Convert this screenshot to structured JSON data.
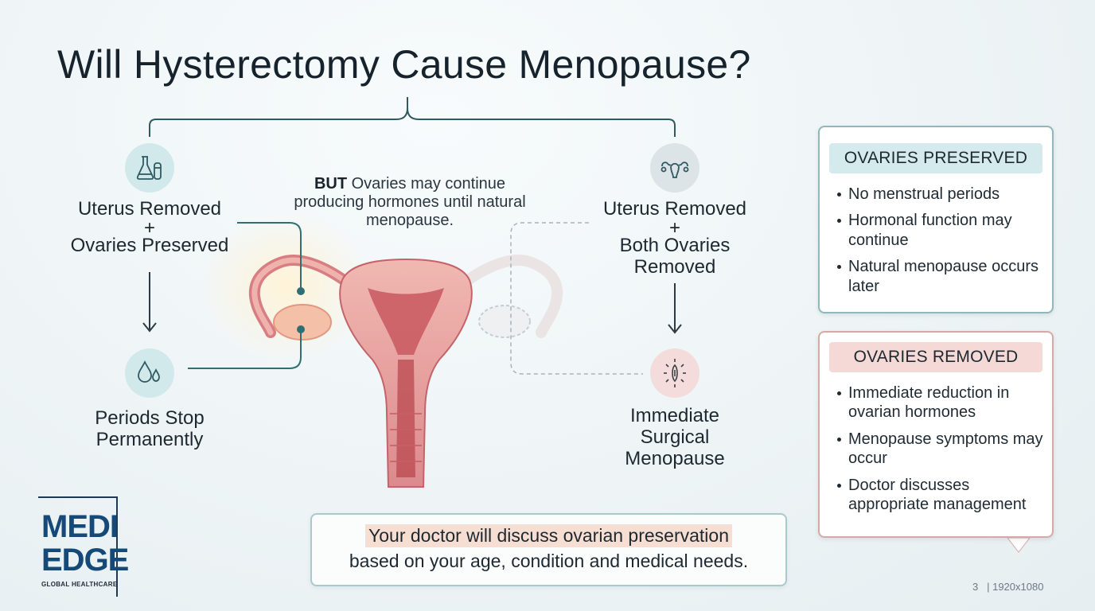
{
  "title": "Will Hysterectomy Cause Menopause?",
  "left_branch": {
    "top_label_line1": "Uterus Removed",
    "top_label_plus": "+",
    "top_label_line2": "Ovaries Preserved",
    "bottom_label_line1": "Periods Stop",
    "bottom_label_line2": "Permanently",
    "top_icon": "flask-icon",
    "bottom_icon": "droplets-icon"
  },
  "center_note": {
    "bold": "BUT",
    "text": " Ovaries may continue producing hormones until natural menopause."
  },
  "right_branch": {
    "top_label_line1": "Uterus Removed",
    "top_label_plus": "+",
    "top_label_line2": "Both Ovaries",
    "top_label_line3": "Removed",
    "bottom_label_line1": "Immediate",
    "bottom_label_line2": "Surgical",
    "bottom_label_line3": "Menopause",
    "top_icon": "uterus-icon",
    "bottom_icon": "burst-icon"
  },
  "panels": {
    "preserved": {
      "heading": "OVARIES PRESERVED",
      "items": [
        "No menstrual periods",
        "Hormonal function may continue",
        "Natural menopause occurs later"
      ]
    },
    "removed": {
      "heading": "OVARIES REMOVED",
      "items": [
        "Immediate reduction in ovarian hormones",
        "Menopause symptoms may occur",
        "Doctor discusses appropriate management"
      ]
    }
  },
  "callout": {
    "line1": "Your doctor will discuss ovarian preservation",
    "line2": "based on your age, condition and medical needs."
  },
  "logo": {
    "word1": "MEDI",
    "word2": "EDGE",
    "tagline": "GLOBAL HEALTHCARE"
  },
  "slide_meta": {
    "page": "3",
    "separator": "|",
    "resolution": "1920x1080"
  },
  "colors": {
    "teal_accent": "#2f6f74",
    "pink_accent": "#f4d9d6",
    "uterus": "#e39a9a",
    "uterus_dark": "#c45a60",
    "logo_blue": "#154a78"
  }
}
